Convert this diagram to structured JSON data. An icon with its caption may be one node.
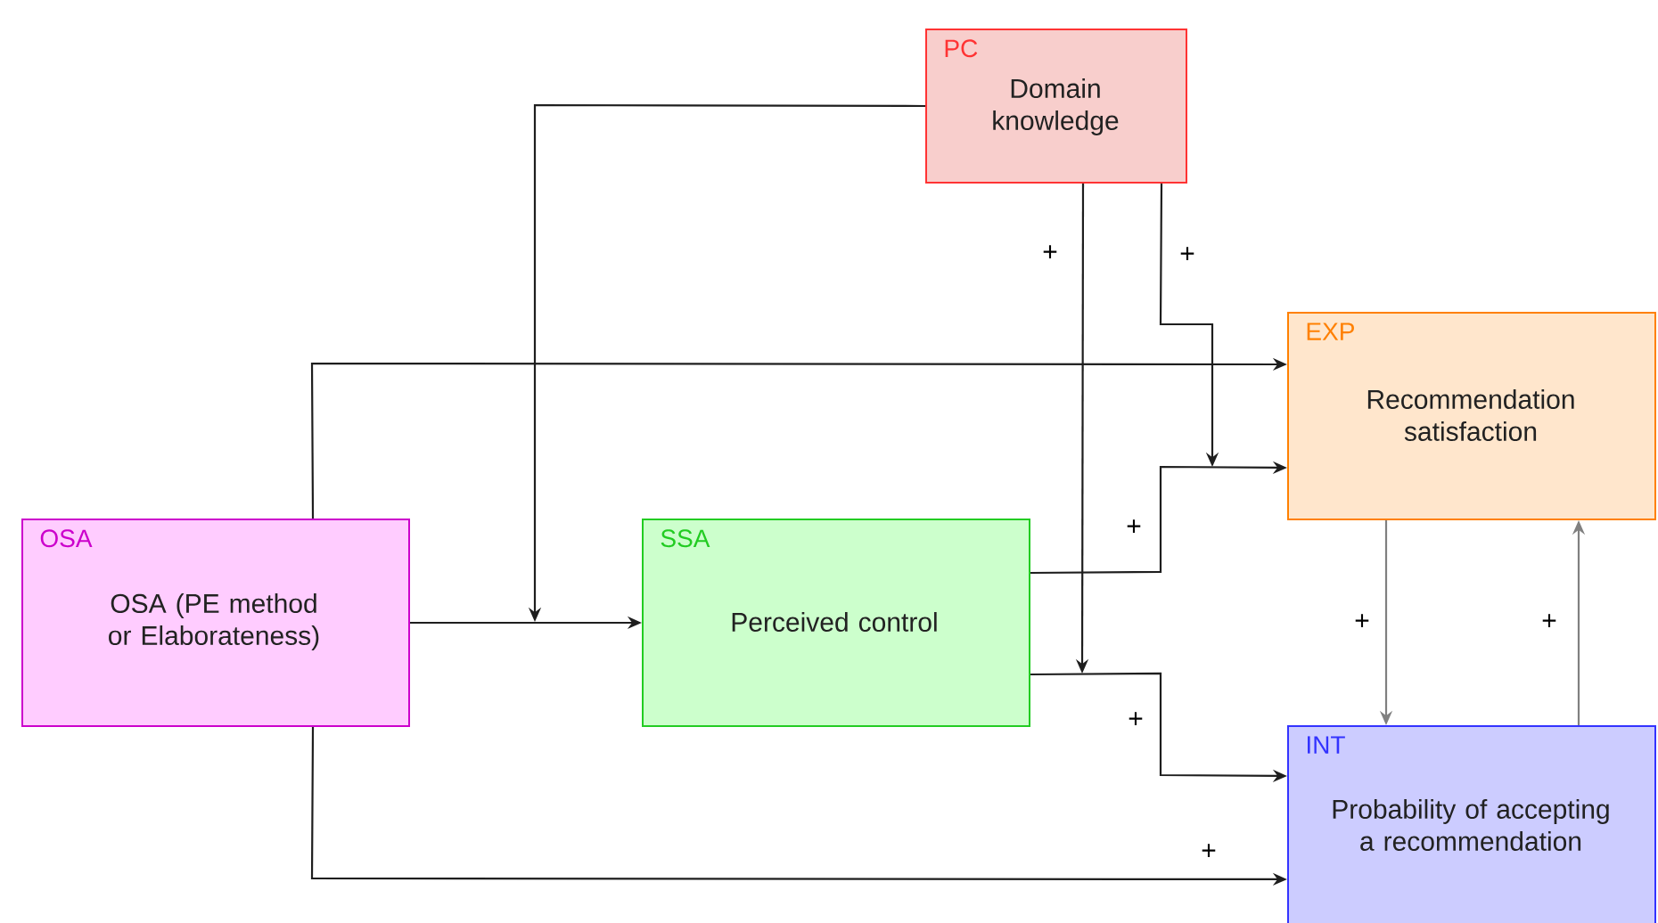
{
  "diagram": {
    "nodes": [
      {
        "text": [
          "PC",
          "Domain knowledge"
        ]
      },
      {
        "text": [
          "EXP",
          "Recommendation satisfaction"
        ]
      },
      {
        "text": [
          "OSA",
          "OSA (PE method or Elaborateness)"
        ]
      },
      {
        "text": [
          "SSA",
          "Perceived control"
        ]
      },
      {
        "text": [
          "INT",
          "Probability of accepting a recommendation"
        ]
      }
    ],
    "edges": [
      {
        "from": 2,
        "to": 3,
        "arrow": "to"
      },
      {
        "from": 2,
        "to": 1,
        "arrow": "to"
      },
      {
        "from": 2,
        "to": 4,
        "arrow": "to",
        "label": "+"
      },
      {
        "from": 0,
        "to": null,
        "arrow": "to"
      },
      {
        "from": 0,
        "to": null,
        "arrow": "to",
        "label": "+"
      },
      {
        "from": 0,
        "to": null,
        "arrow": "to",
        "label": "+"
      },
      {
        "from": 3,
        "to": 1,
        "arrow": "to",
        "label": "+"
      },
      {
        "from": 3,
        "to": 4,
        "arrow": "to",
        "label": "+"
      },
      {
        "from": 1,
        "to": 4,
        "arrow": "to",
        "label": "+",
        "color": "#808080"
      },
      {
        "from": 4,
        "to": 1,
        "arrow": "to",
        "label": "+",
        "color": "#808080"
      }
    ]
  }
}
